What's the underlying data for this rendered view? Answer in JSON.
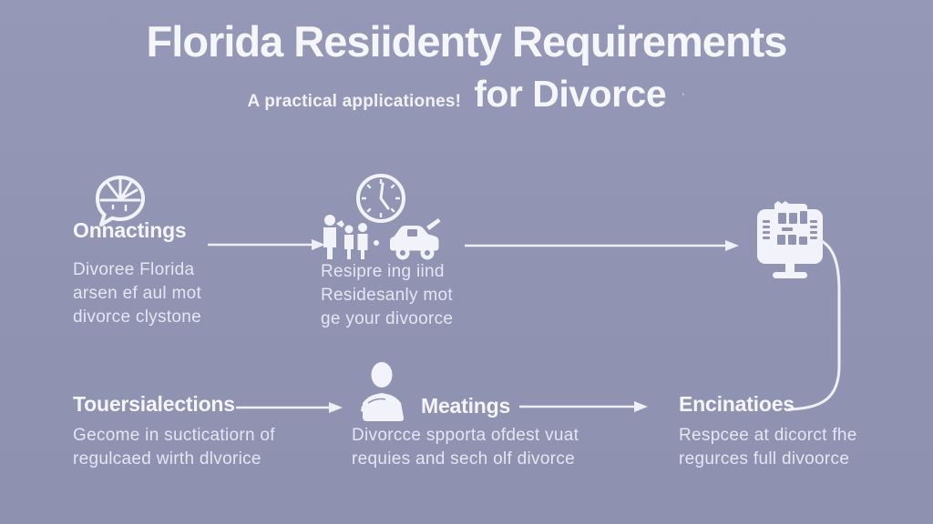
{
  "colors": {
    "background": "#9093b2",
    "text_primary": "#f5f6fc",
    "text_body": "#eceef8",
    "connector": "#edeef8"
  },
  "title": {
    "line1": "Florida Resiidenty Requirements",
    "subtitle_small": "A practical applicationes!",
    "subtitle_large": "for Divorce",
    "trailing_dot": "·"
  },
  "row1": {
    "step1": {
      "icon": "chat-bubble-gauge-icon",
      "heading": "Onnactings",
      "lines": [
        "Divoree Florida",
        "arsen ef aul mot",
        "divorce clystone"
      ]
    },
    "step2": {
      "icons": [
        "clock-icon",
        "family-car-icon"
      ],
      "lines": [
        "Resipre ing iind",
        "Residesanly mot",
        "ge your divoorce"
      ]
    },
    "step3": {
      "icon": "computer-calendar-icon"
    }
  },
  "row2": {
    "step1": {
      "heading": "Touersialections",
      "lines": [
        "Gecome in sucticatiorn of",
        "regulcaed wirth dlvorice"
      ]
    },
    "step2": {
      "icon": "person-crossed-arms-icon",
      "heading": "Meatings",
      "lines": [
        "Divorcce spporta ofdest vuat",
        "requies and sech olf divorce"
      ]
    },
    "step3": {
      "heading": "Encinatioes",
      "lines": [
        "Respcee at dicorct fhe",
        "regurces full divoorce"
      ]
    }
  }
}
